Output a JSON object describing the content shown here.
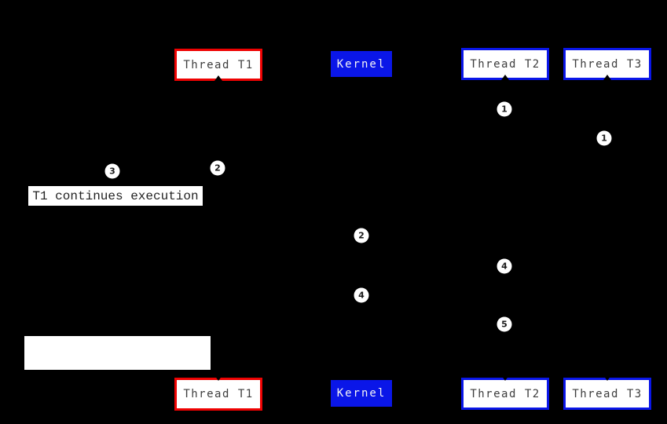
{
  "colors": {
    "background": "#000000",
    "thread_t1_border": "#ee0202",
    "thread_t2_t3_border": "#0a16e8",
    "kernel_fill": "#0a16e8",
    "box_fill": "#ffffff",
    "box_text": "#3d3d3d",
    "kernel_text": "#f5f5f5",
    "circle_fill": "#ffffff",
    "circle_text": "#1a1a1a",
    "note_bg": "#ffffff",
    "note_text": "#222222"
  },
  "boxes": {
    "t1_top": {
      "label": "Thread T1"
    },
    "kernel_top": {
      "label": "Kernel"
    },
    "t2_top": {
      "label": "Thread T2"
    },
    "t3_top": {
      "label": "Thread T3"
    },
    "t1_bottom": {
      "label": "Thread T1"
    },
    "kernel_bottom": {
      "label": "Kernel"
    },
    "t2_bottom": {
      "label": "Thread T2"
    },
    "t3_bottom": {
      "label": "Thread T3"
    }
  },
  "circles": [
    {
      "label": "1",
      "lifeline": "thread-t2"
    },
    {
      "label": "1",
      "lifeline": "thread-t3"
    },
    {
      "label": "2",
      "lifeline": "thread-t1"
    },
    {
      "label": "3",
      "lifeline": "left-of-thread-t1"
    },
    {
      "label": "2",
      "lifeline": "kernel"
    },
    {
      "label": "4",
      "lifeline": "thread-t2"
    },
    {
      "label": "4",
      "lifeline": "kernel"
    },
    {
      "label": "5",
      "lifeline": "thread-t2"
    }
  ],
  "notes": {
    "t1_continues": {
      "text": "T1 continues execution"
    },
    "empty_box": {
      "text": ""
    }
  }
}
